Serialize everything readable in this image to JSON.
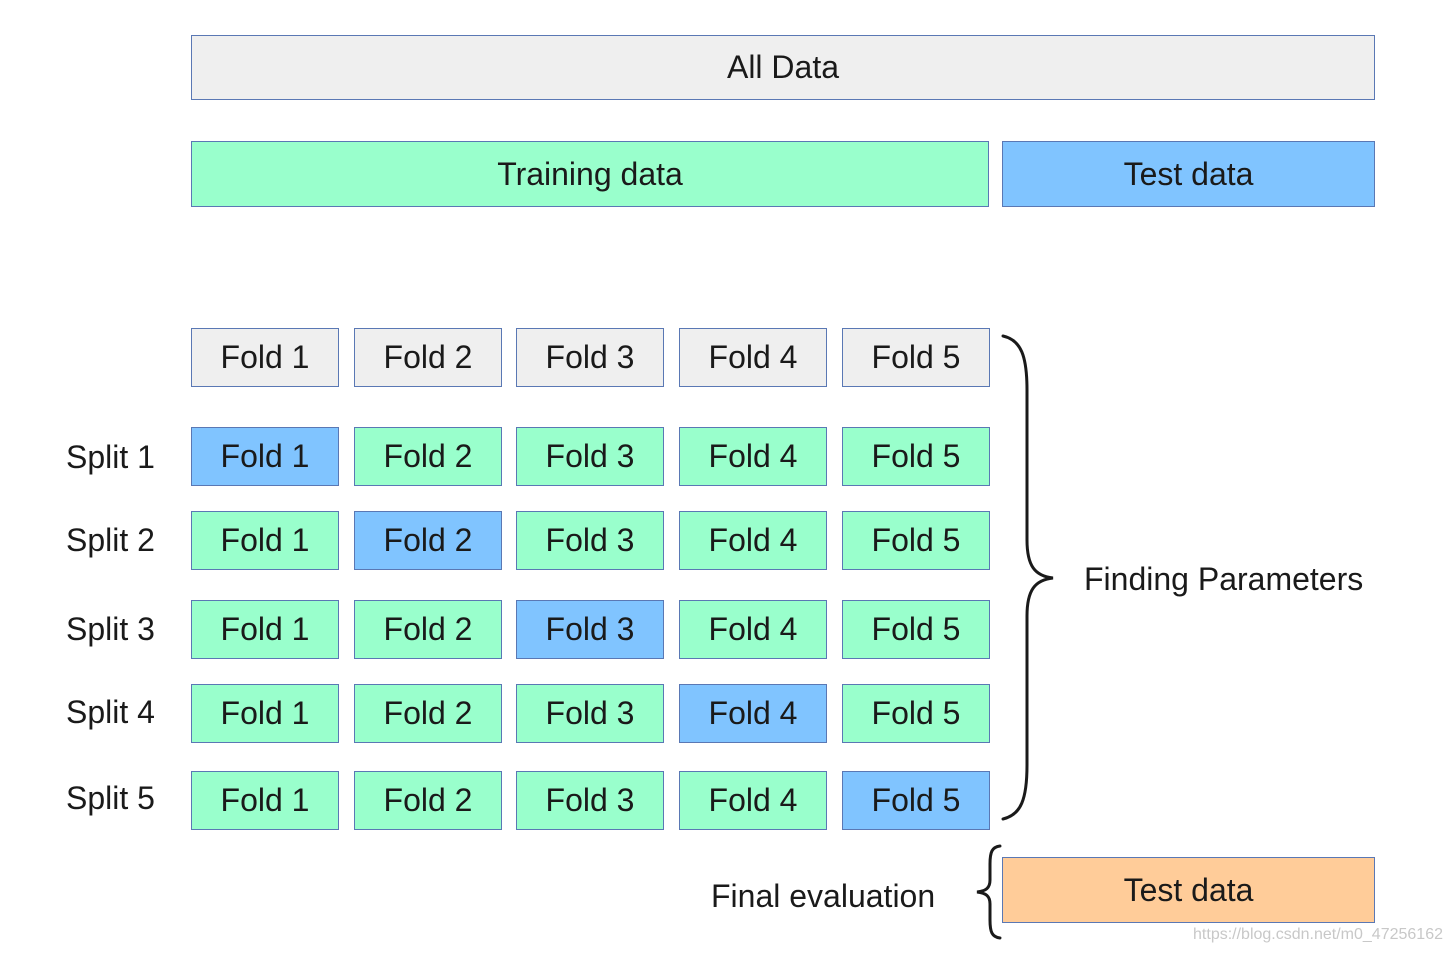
{
  "all_data": "All Data",
  "training_data": "Training data",
  "test_data_top": "Test data",
  "header_folds": [
    "Fold 1",
    "Fold 2",
    "Fold 3",
    "Fold 4",
    "Fold 5"
  ],
  "splits": [
    {
      "label": "Split 1",
      "folds": [
        "Fold 1",
        "Fold 2",
        "Fold 3",
        "Fold 4",
        "Fold 5"
      ],
      "test_index": 0
    },
    {
      "label": "Split 2",
      "folds": [
        "Fold 1",
        "Fold 2",
        "Fold 3",
        "Fold 4",
        "Fold 5"
      ],
      "test_index": 1
    },
    {
      "label": "Split 3",
      "folds": [
        "Fold 1",
        "Fold 2",
        "Fold 3",
        "Fold 4",
        "Fold 5"
      ],
      "test_index": 2
    },
    {
      "label": "Split 4",
      "folds": [
        "Fold 1",
        "Fold 2",
        "Fold 3",
        "Fold 4",
        "Fold 5"
      ],
      "test_index": 3
    },
    {
      "label": "Split 5",
      "folds": [
        "Fold 1",
        "Fold 2",
        "Fold 3",
        "Fold 4",
        "Fold 5"
      ],
      "test_index": 4
    }
  ],
  "finding_parameters": "Finding Parameters",
  "final_evaluation": "Final evaluation",
  "test_data_bottom": "Test data",
  "watermark": "https://blog.csdn.net/m0_47256162",
  "colors": {
    "all_data": "#efefef",
    "training": "#99ffcc",
    "test": "#80c4ff",
    "final_test": "#ffcc99",
    "border": "#5a78b4"
  }
}
